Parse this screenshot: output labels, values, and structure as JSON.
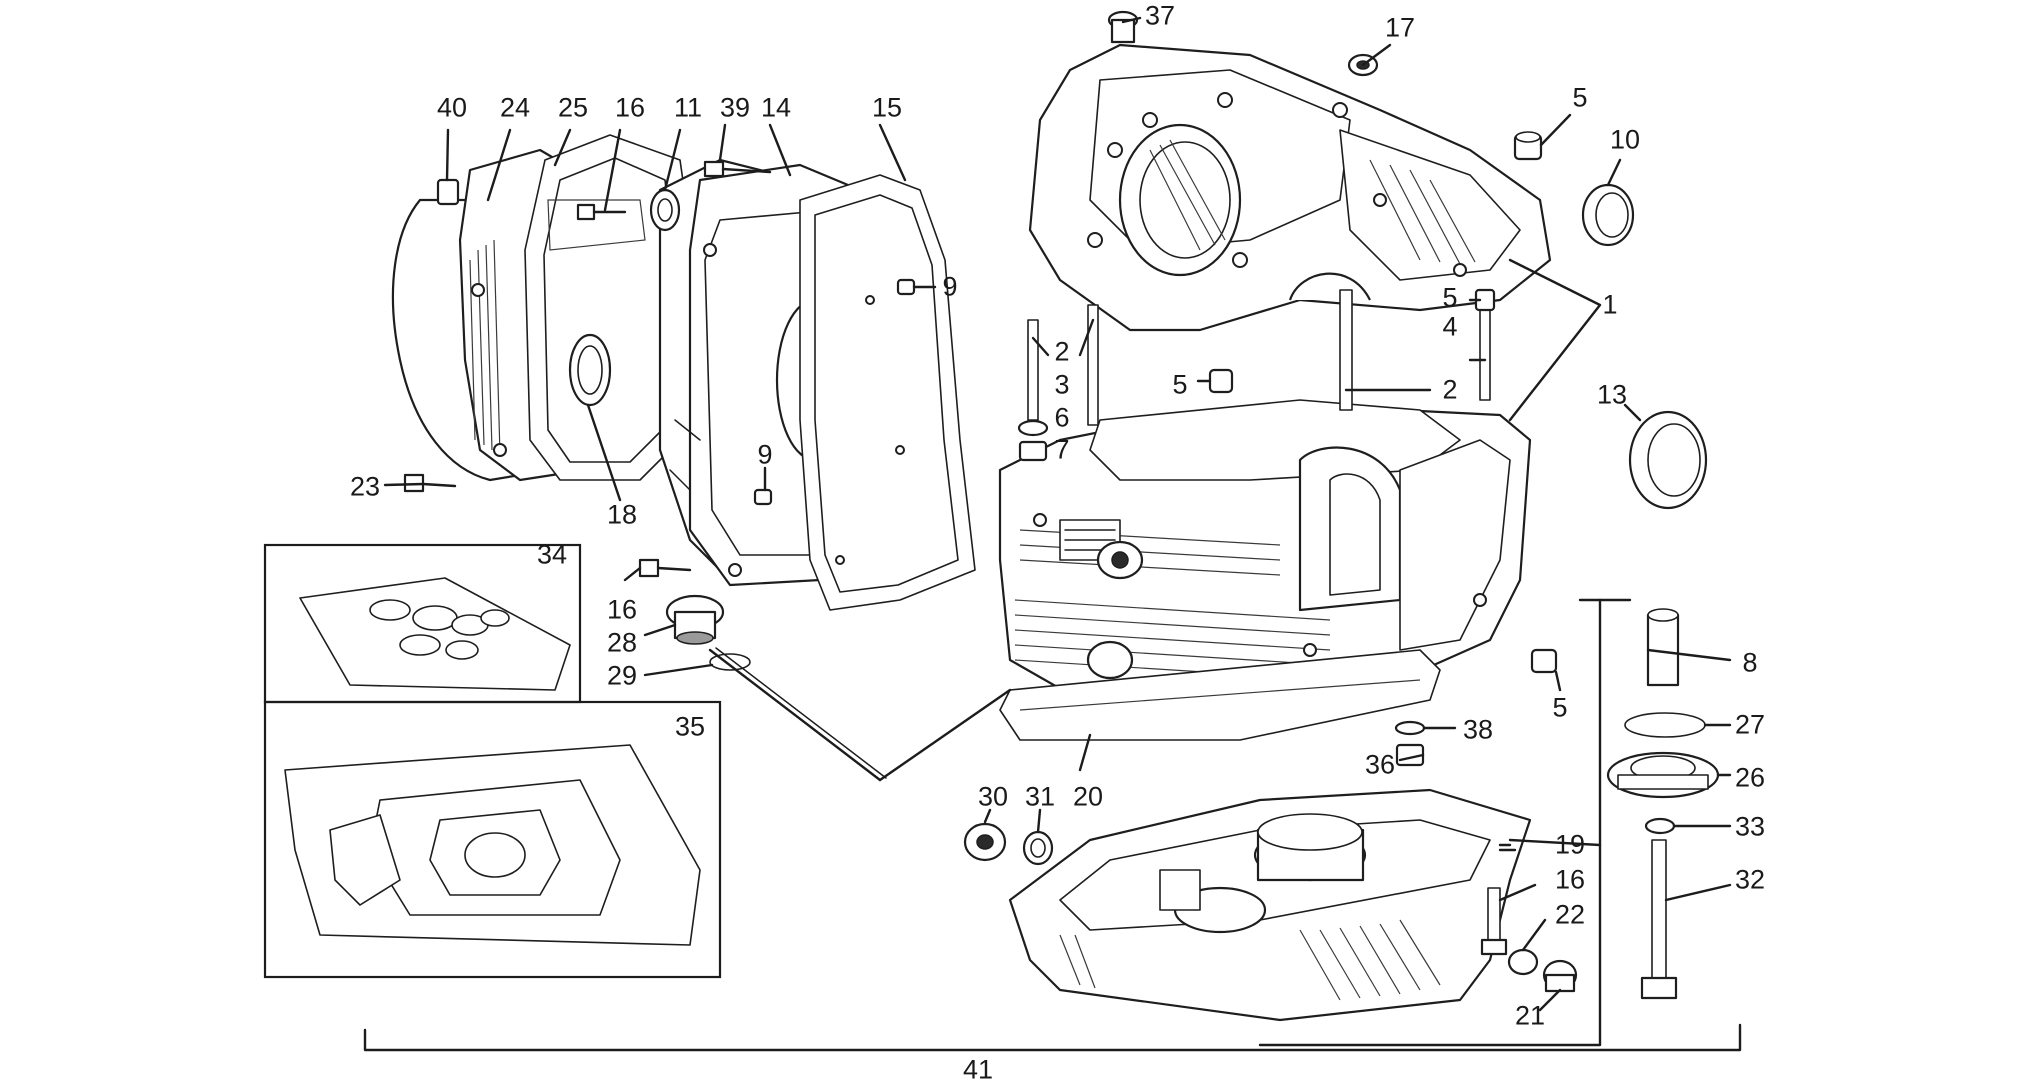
{
  "diagram": {
    "labels": [
      "37",
      "17",
      "5",
      "10",
      "40",
      "24",
      "25",
      "16",
      "11",
      "39",
      "14",
      "15",
      "9",
      "2",
      "3",
      "6",
      "7",
      "5",
      "5",
      "4",
      "2",
      "1",
      "13",
      "23",
      "18",
      "9",
      "34",
      "16",
      "28",
      "29",
      "8",
      "27",
      "5",
      "38",
      "36",
      "35",
      "30",
      "31",
      "20",
      "26",
      "33",
      "19",
      "32",
      "16",
      "22",
      "21",
      "41"
    ],
    "colors": {
      "ink": "#1c1c1c",
      "background": "#ffffff"
    }
  }
}
